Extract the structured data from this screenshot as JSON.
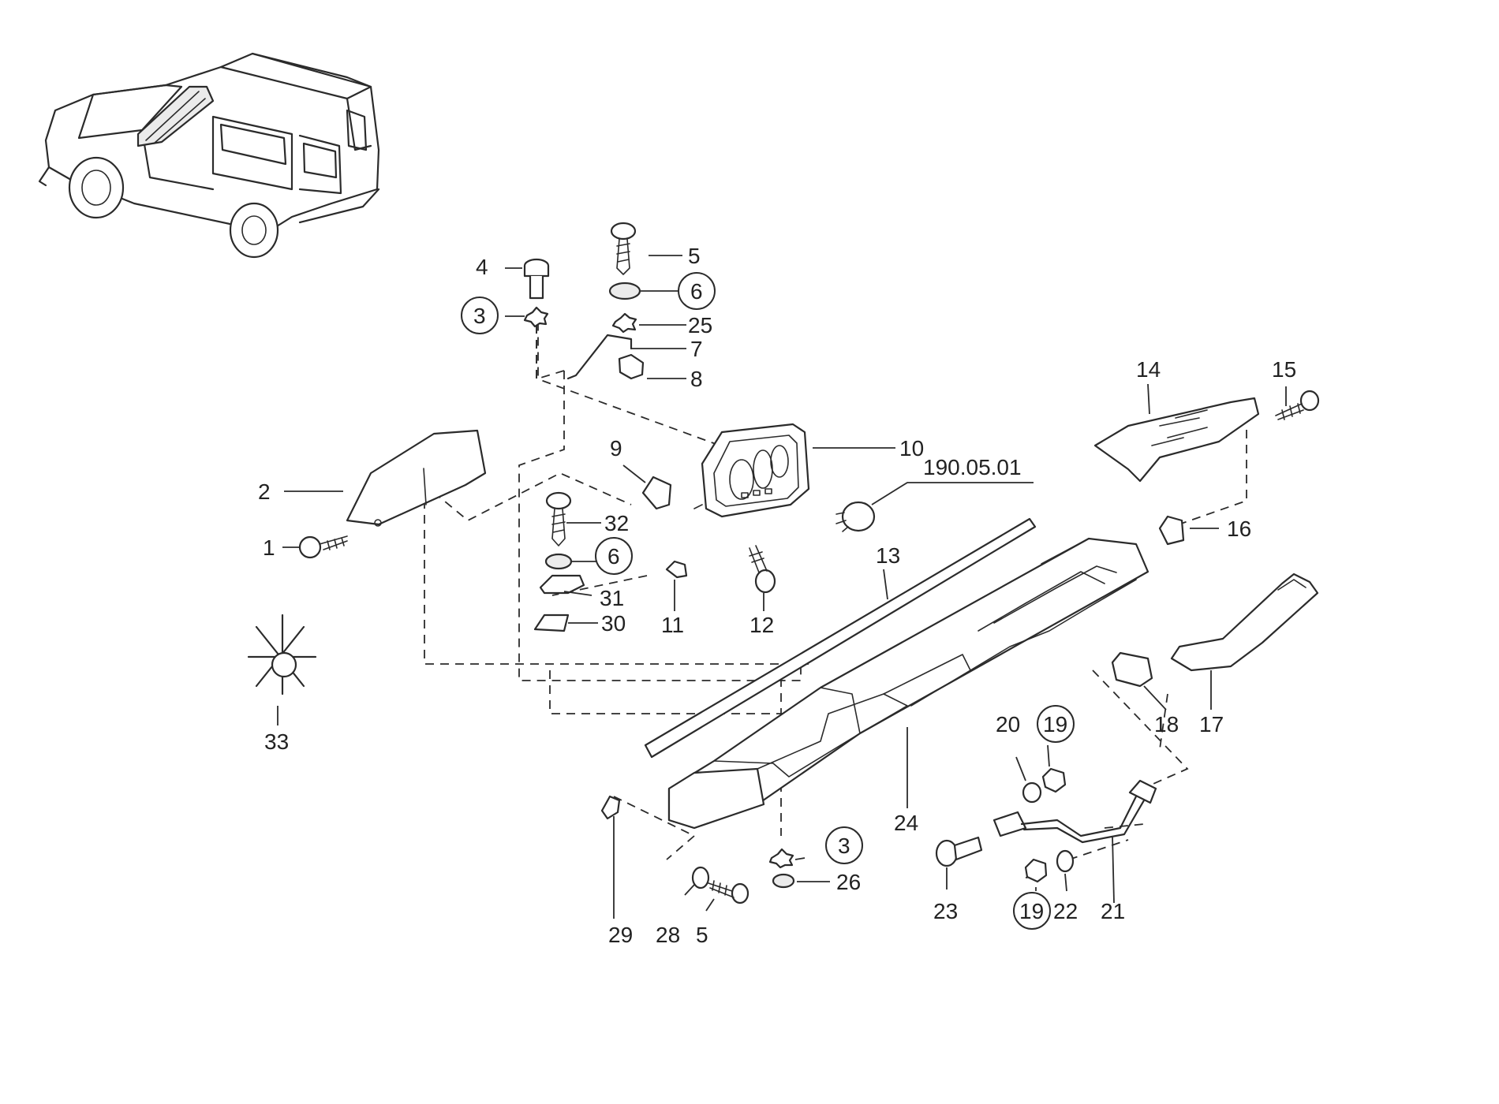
{
  "diagram": {
    "labels": {
      "p1": "1",
      "p2": "2",
      "p3a": "3",
      "p3b": "3",
      "p4": "4",
      "p5a": "5",
      "p5b": "5",
      "p6a": "6",
      "p6b": "6",
      "p7": "7",
      "p8": "8",
      "p9": "9",
      "p10": "10",
      "p11": "11",
      "p12": "12",
      "p13": "13",
      "p14": "14",
      "p15": "15",
      "p16": "16",
      "p17": "17",
      "p18": "18",
      "p19a": "19",
      "p19b": "19",
      "p20": "20",
      "p21": "21",
      "p22": "22",
      "p23": "23",
      "p24": "24",
      "p25": "25",
      "p26": "26",
      "p28": "28",
      "p29": "29",
      "p30": "30",
      "p31": "31",
      "p32": "32",
      "p33": "33",
      "ref": "190.05.01"
    },
    "circled_labels": [
      "3",
      "6",
      "19"
    ],
    "line_color": "#2b2b2b"
  }
}
